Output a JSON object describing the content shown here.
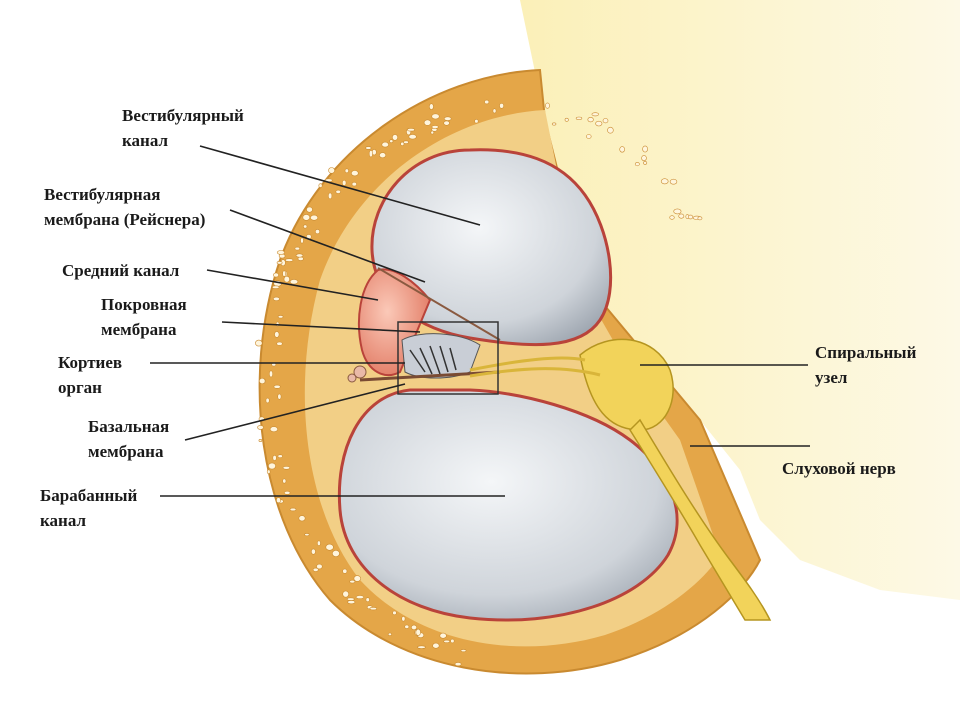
{
  "labels": {
    "vestibular_canal": [
      "Вестибулярный",
      "канал"
    ],
    "vestibular_membrane": [
      "Вестибулярная",
      "мембрана (Рейснера)"
    ],
    "middle_canal": [
      "Средний канал"
    ],
    "tectorial_membrane": [
      "Покровная",
      "мембрана"
    ],
    "corti_organ": [
      "Кортиев",
      "орган"
    ],
    "basilar_membrane": [
      "Базальная",
      "мембрана"
    ],
    "tympanic_canal": [
      "Барабанный",
      "канал"
    ],
    "spiral_ganglion": [
      "Спиральный",
      "узел"
    ],
    "auditory_nerve": [
      "Слуховой нерв"
    ]
  },
  "colors": {
    "background": "#ffffff",
    "modiolus_yellow": "#f7e9a6",
    "bone_orange": "#e6aa4d",
    "bone_light": "#f0c878",
    "canal_fill": "#d9dde3",
    "canal_rim": "#b9433a",
    "middle_canal_pink": "#ef9a86",
    "nerve_yellow": "#f2d35a",
    "leader_line": "#222222"
  }
}
